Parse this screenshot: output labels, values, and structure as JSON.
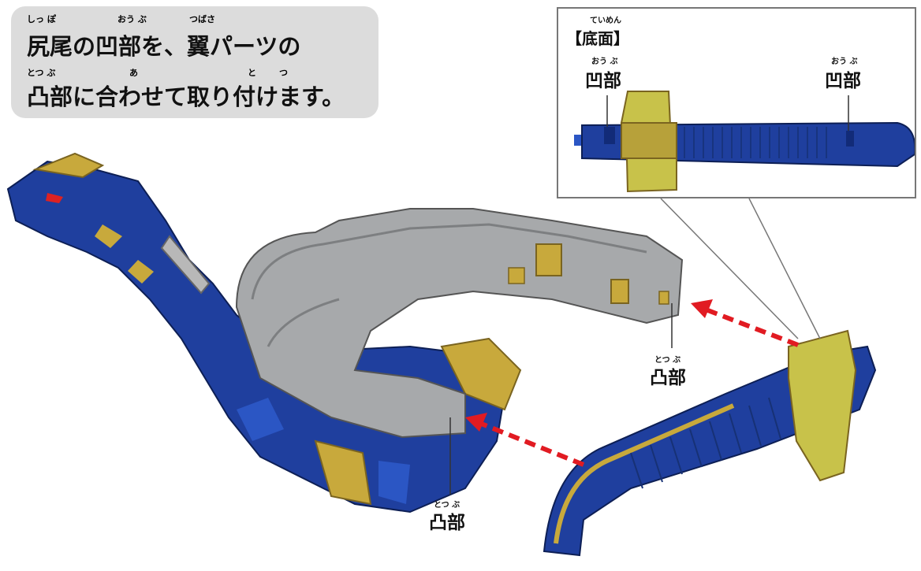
{
  "instruction": {
    "line1": "尻尾の凹部を、翼パーツの",
    "line2": "凸部に合わせて取り付けます。",
    "ruby_line1": [
      {
        "text": "しっ ぽ"
      },
      {
        "text": "おう ぶ"
      },
      {
        "text": "つばさ"
      }
    ],
    "ruby_line2": [
      {
        "text": "とつ ぶ"
      },
      {
        "text": "あ"
      },
      {
        "text": "と"
      },
      {
        "text": "つ"
      }
    ]
  },
  "inset": {
    "title": "【底面】",
    "title_ruby": "ていめん",
    "left_label": "凹部",
    "left_ruby": "おう ぶ",
    "right_label": "凹部",
    "right_ruby": "おう ぶ"
  },
  "callouts": {
    "upper_label": "凸部",
    "upper_ruby": "とつ ぶ",
    "lower_label": "凸部",
    "lower_ruby": "とつ ぶ"
  },
  "colors": {
    "bubble": "#dcdcdc",
    "robot_blue": "#1f3f9e",
    "robot_gold": "#c8a93c",
    "wing_gray": "#a7a9ab",
    "arrow_red": "#e11b22",
    "inset_border": "#777777"
  }
}
